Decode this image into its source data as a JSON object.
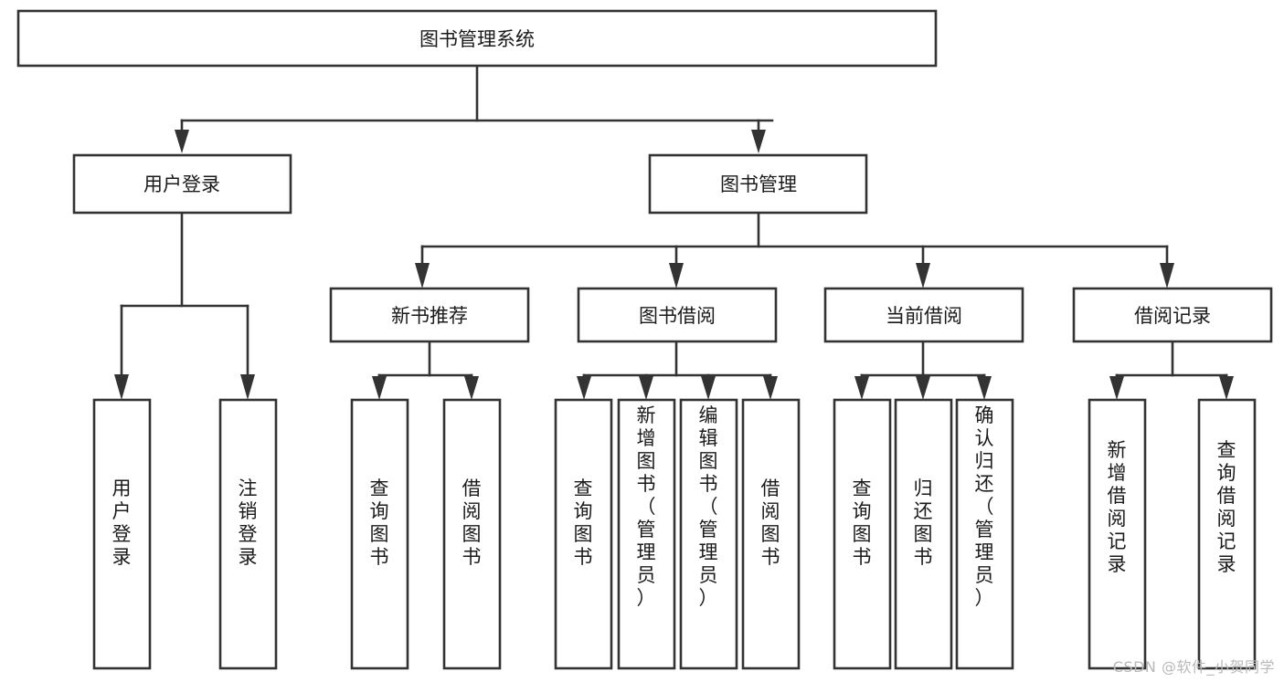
{
  "diagram": {
    "title": "图书管理系统",
    "type": "hierarchy-tree",
    "orientation": "top-down",
    "colors": {
      "background": "#ffffff",
      "box_fill": "#ffffff",
      "box_stroke": "#333333",
      "text": "#1a1a1a",
      "watermark": "#b9b9b9"
    },
    "root": {
      "id": "root",
      "label": "图书管理系统",
      "text_orientation": "horizontal"
    },
    "level2": [
      {
        "id": "user-login",
        "label": "用户登录",
        "text_orientation": "horizontal"
      },
      {
        "id": "book-manage",
        "label": "图书管理",
        "text_orientation": "horizontal"
      }
    ],
    "level3": [
      {
        "id": "new-book-recommend",
        "label": "新书推荐",
        "parent": "book-manage",
        "text_orientation": "horizontal"
      },
      {
        "id": "book-borrow",
        "label": "图书借阅",
        "parent": "book-manage",
        "text_orientation": "horizontal"
      },
      {
        "id": "current-borrow",
        "label": "当前借阅",
        "parent": "book-manage",
        "text_orientation": "horizontal"
      },
      {
        "id": "borrow-record",
        "label": "借阅记录",
        "parent": "book-manage",
        "text_orientation": "horizontal"
      }
    ],
    "leaves": [
      {
        "id": "leaf-user-login",
        "label": "用户登录",
        "parent": "user-login",
        "text_orientation": "vertical"
      },
      {
        "id": "leaf-logout-login",
        "label": "注销登录",
        "parent": "user-login",
        "text_orientation": "vertical"
      },
      {
        "id": "leaf-query-book-1",
        "label": "查询图书",
        "parent": "new-book-recommend",
        "text_orientation": "vertical"
      },
      {
        "id": "leaf-borrow-book-1",
        "label": "借阅图书",
        "parent": "new-book-recommend",
        "text_orientation": "vertical"
      },
      {
        "id": "leaf-query-book-2",
        "label": "查询图书",
        "parent": "book-borrow",
        "text_orientation": "vertical"
      },
      {
        "id": "leaf-add-book",
        "label": "新增图书（管理员）",
        "parent": "book-borrow",
        "text_orientation": "vertical"
      },
      {
        "id": "leaf-edit-book",
        "label": "编辑图书（管理员）",
        "parent": "book-borrow",
        "text_orientation": "vertical"
      },
      {
        "id": "leaf-borrow-book-2",
        "label": "借阅图书",
        "parent": "book-borrow",
        "text_orientation": "vertical"
      },
      {
        "id": "leaf-query-book-3",
        "label": "查询图书",
        "parent": "current-borrow",
        "text_orientation": "vertical"
      },
      {
        "id": "leaf-return-book",
        "label": "归还图书",
        "parent": "current-borrow",
        "text_orientation": "vertical"
      },
      {
        "id": "leaf-confirm-return",
        "label": "确认归还（管理员）",
        "parent": "current-borrow",
        "text_orientation": "vertical"
      },
      {
        "id": "leaf-add-record",
        "label": "新增借阅记录",
        "parent": "borrow-record",
        "text_orientation": "vertical"
      },
      {
        "id": "leaf-query-record",
        "label": "查询借阅记录",
        "parent": "borrow-record",
        "text_orientation": "vertical"
      }
    ]
  },
  "watermark": {
    "text": "CSDN @软件_小贺同学"
  }
}
